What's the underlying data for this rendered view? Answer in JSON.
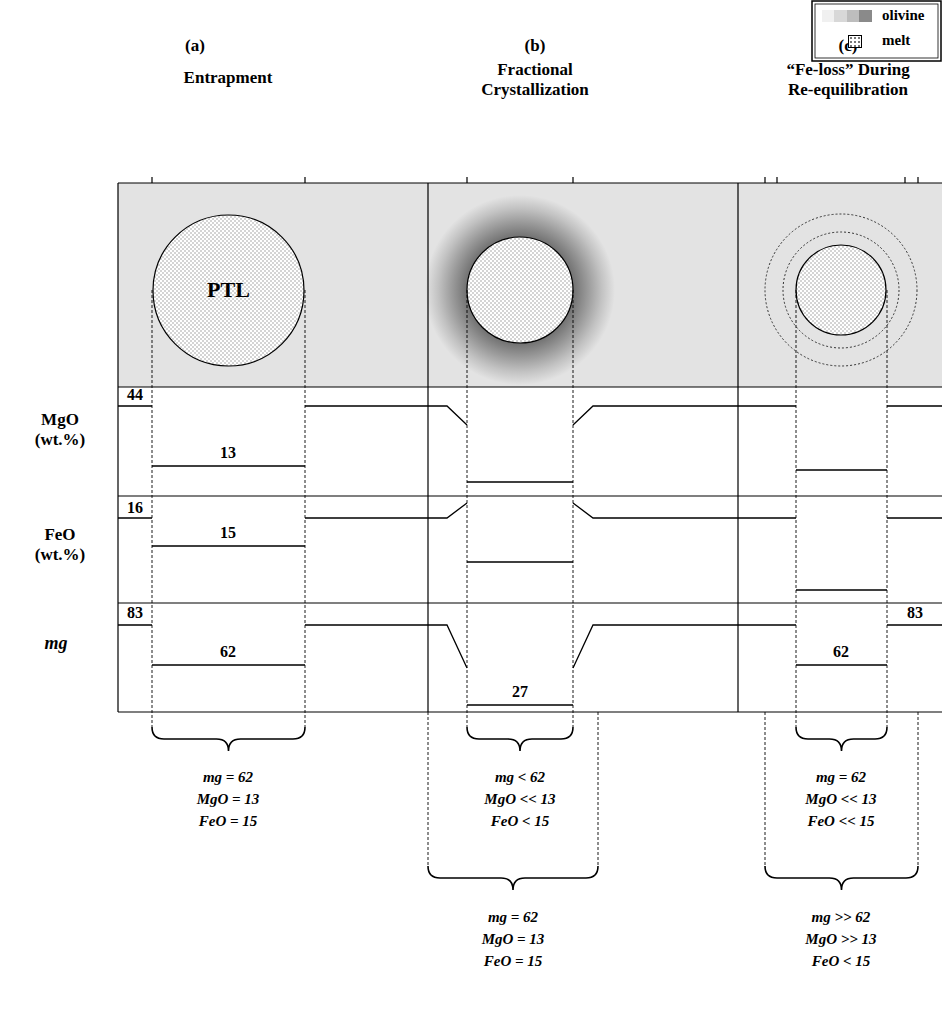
{
  "diagram": {
    "nodes": [
      {
        "text": [
          "PTL"
        ]
      }
    ],
    "labels": [
      "(a)",
      "Entrapment",
      "(b)",
      "Fractional Crystallization",
      "(c)",
      "“Fe-loss” During Re-equilibration",
      "MgO (wt.%)",
      "FeO (wt.%)",
      "mg",
      "44",
      "13",
      "16",
      "15",
      "83",
      "62",
      "27",
      "83",
      "62",
      "mg = 62",
      "MgO = 13",
      "FeO = 15",
      "mg < 62",
      "MgO << 13",
      "FeO < 15",
      "mg = 62",
      "MgO = 13",
      "FeO = 15",
      "mg = 62",
      "MgO << 13",
      "FeO << 15",
      "mg >> 62",
      "MgO >> 13",
      "FeO < 15"
    ],
    "legend": [
      {
        "text": "olivine"
      },
      {
        "text": "melt"
      }
    ]
  }
}
